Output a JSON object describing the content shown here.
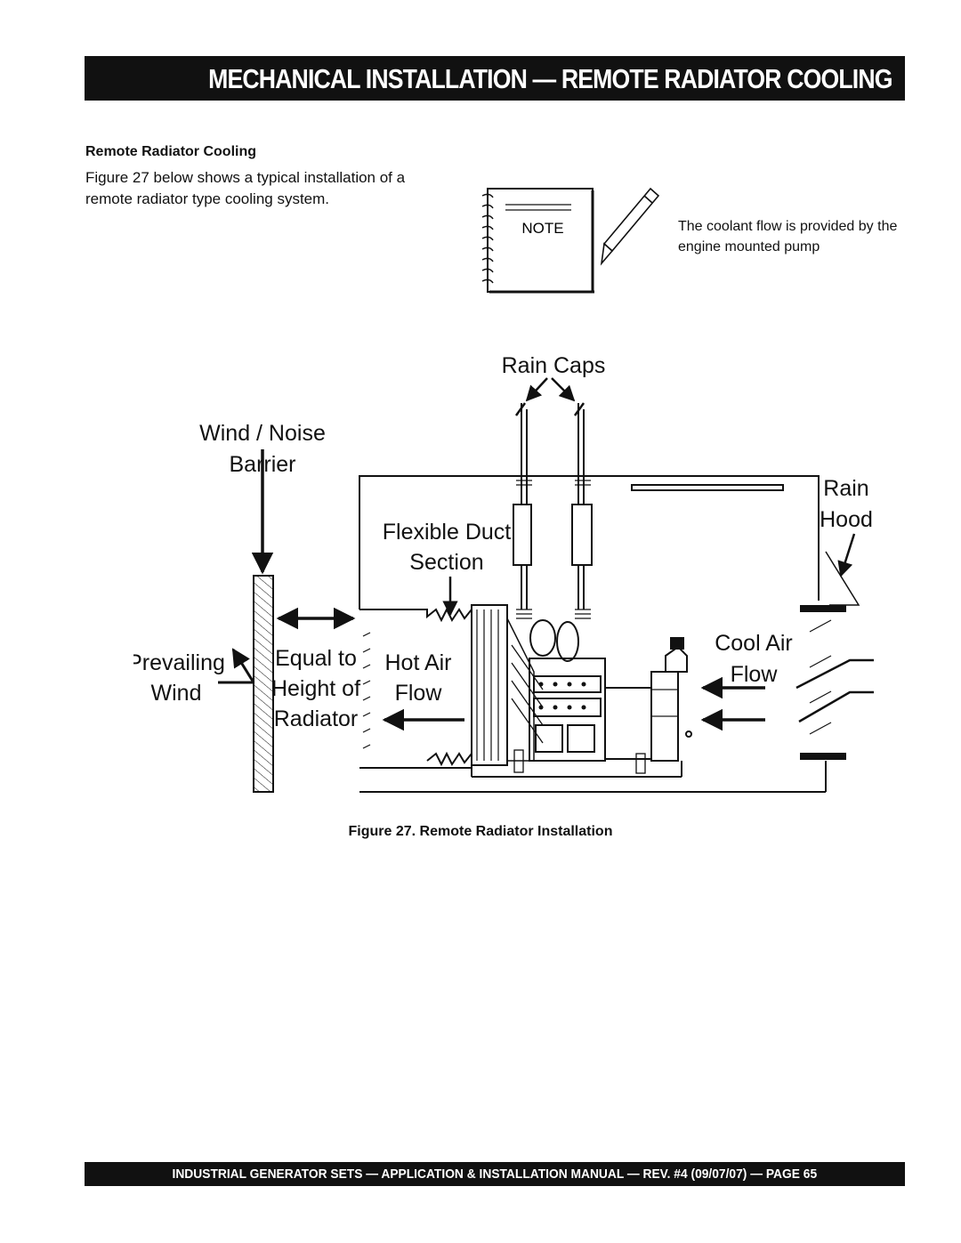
{
  "header": {
    "title": "MECHANICAL INSTALLATION — REMOTE RADIATOR COOLING"
  },
  "section": {
    "heading": "Remote Radiator Cooling",
    "body": "Figure 27 below shows a typical installation of a remote radiator type cooling system."
  },
  "note": {
    "label": "NOTE",
    "text": "The coolant flow is provided by the engine mounted  pump"
  },
  "figure": {
    "labels": {
      "rain_caps": "Rain Caps",
      "wind_noise_1": "Wind / Noise",
      "wind_noise_2": "Barrier",
      "rain_1": "Rain",
      "rain_2": "Hood",
      "flex_1": "Flexible Duct",
      "flex_2": "Section",
      "cool_1": "Cool Air",
      "cool_2": "Flow",
      "prevailing_1": "Prevailing",
      "prevailing_2": "Wind",
      "equal_1": "Equal to",
      "equal_2": "Height of",
      "equal_3": "Radiator",
      "hot_1": "Hot Air",
      "hot_2": "Flow"
    },
    "caption": "Figure 27.  Remote Radiator Installation"
  },
  "footer": {
    "text": "INDUSTRIAL GENERATOR SETS — APPLICATION & INSTALLATION MANUAL — REV. #4 (09/07/07)  — PAGE 65"
  }
}
